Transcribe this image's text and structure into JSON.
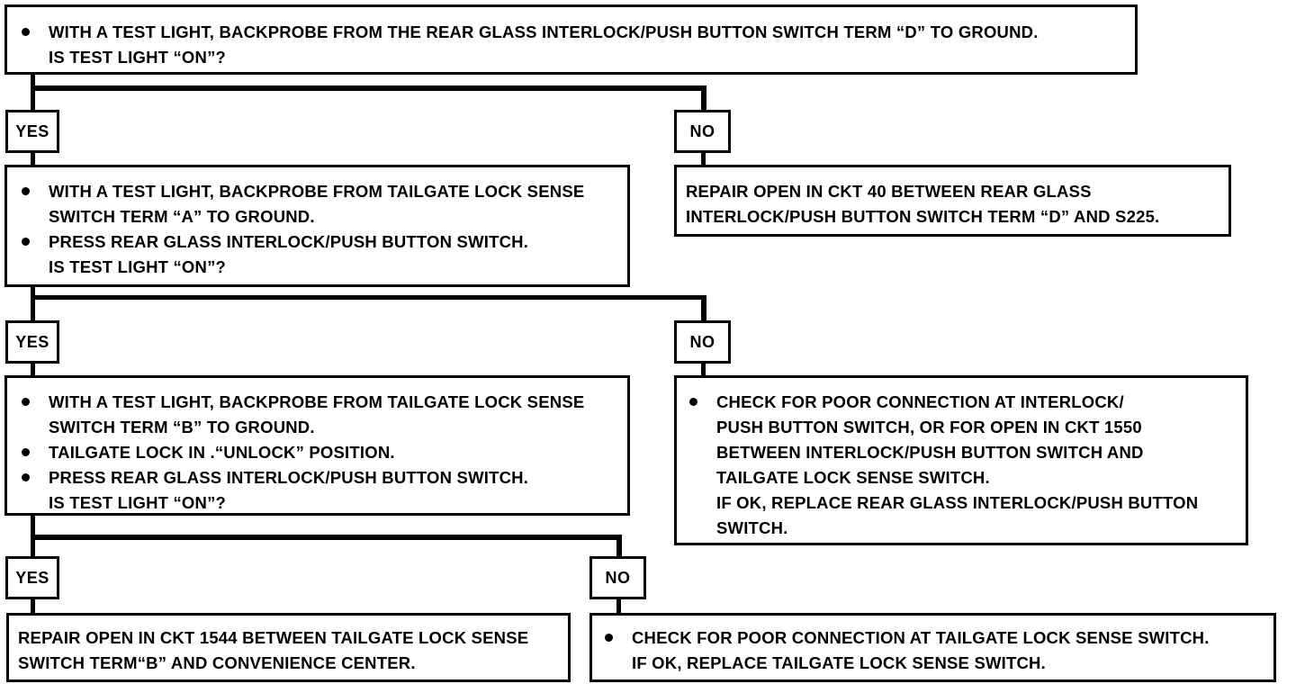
{
  "step1": {
    "items": [
      "WITH A TEST LIGHT, BACKPROBE FROM THE REAR GLASS INTERLOCK/PUSH BUTTON SWITCH TERM “D” TO GROUND."
    ],
    "question": "IS TEST LIGHT “ON”?"
  },
  "branch1": {
    "yes": "YES",
    "no": "NO"
  },
  "step2": {
    "items": [
      [
        "WITH A TEST LIGHT, BACKPROBE FROM TAILGATE LOCK SENSE",
        "SWITCH TERM “A” TO GROUND."
      ],
      [
        "PRESS REAR GLASS INTERLOCK/PUSH BUTTON SWITCH."
      ]
    ],
    "question": "IS TEST LIGHT “ON”?"
  },
  "no1": {
    "lines": [
      "REPAIR OPEN IN CKT 40 BETWEEN REAR GLASS",
      "INTERLOCK/PUSH BUTTON SWITCH TERM “D” AND S225."
    ]
  },
  "branch2": {
    "yes": "YES",
    "no": "NO"
  },
  "step3": {
    "items": [
      [
        "WITH A TEST LIGHT, BACKPROBE FROM TAILGATE LOCK SENSE",
        "SWITCH TERM “B” TO GROUND."
      ],
      [
        "TAILGATE LOCK IN .“UNLOCK” POSITION."
      ],
      [
        "PRESS REAR GLASS INTERLOCK/PUSH BUTTON SWITCH."
      ]
    ],
    "question": "IS TEST LIGHT “ON”?"
  },
  "no2": {
    "lines": [
      "CHECK FOR POOR CONNECTION AT INTERLOCK/",
      "PUSH BUTTON SWITCH, OR FOR OPEN IN CKT 1550",
      "BETWEEN INTERLOCK/PUSH BUTTON SWITCH AND",
      "TAILGATE LOCK SENSE SWITCH.",
      "IF OK, REPLACE REAR GLASS INTERLOCK/PUSH BUTTON",
      "SWITCH."
    ]
  },
  "branch3": {
    "yes": "YES",
    "no": "NO"
  },
  "yes3": {
    "lines": [
      "REPAIR OPEN IN CKT 1544 BETWEEN TAILGATE LOCK SENSE",
      "SWITCH TERM“B” AND CONVENIENCE CENTER."
    ]
  },
  "no3": {
    "lines": [
      "CHECK FOR POOR CONNECTION AT TAILGATE LOCK SENSE SWITCH.",
      "IF OK, REPLACE TAILGATE LOCK SENSE SWITCH."
    ]
  }
}
